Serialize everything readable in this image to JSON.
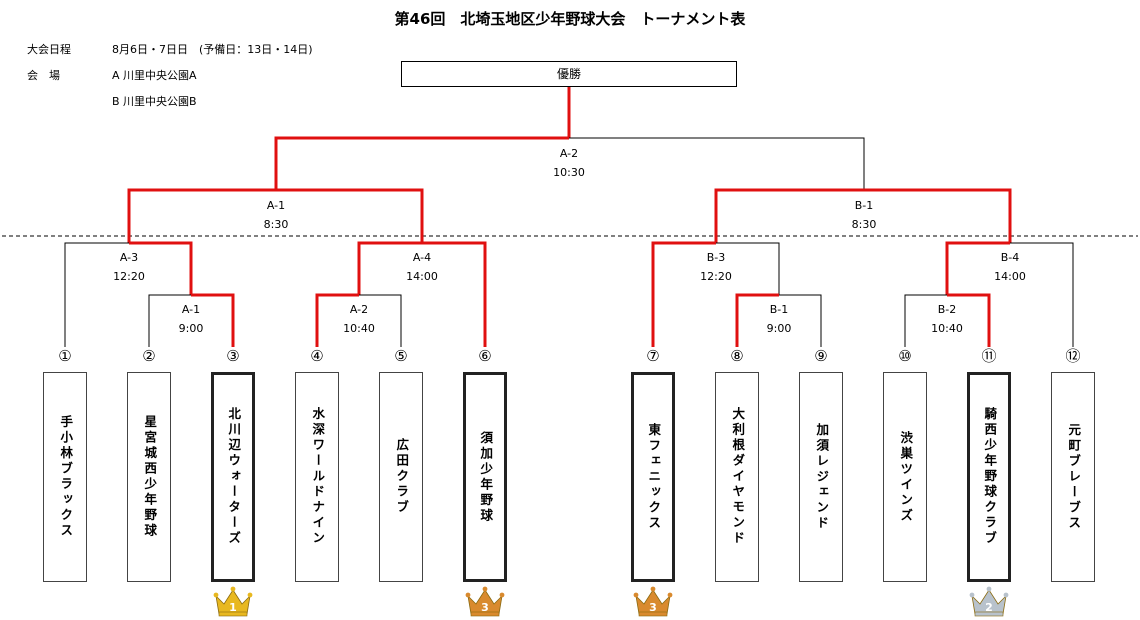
{
  "title": "第46回　北埼玉地区少年野球大会　トーナメント表",
  "info": {
    "date_label": "大会日程",
    "date_value": "8月6日・7日日　(予備日：13日・14日)",
    "venue_label": "会　場",
    "venue_a": "A 川里中央公園A",
    "venue_b": "B 川里中央公園B"
  },
  "champion_label": "優勝",
  "matches": {
    "final": {
      "code": "A-2",
      "time": "10:30"
    },
    "semi_a": {
      "code": "A-1",
      "time": "8:30"
    },
    "semi_b": {
      "code": "B-1",
      "time": "8:30"
    },
    "qf_a3": {
      "code": "A-3",
      "time": "12:20"
    },
    "qf_a4": {
      "code": "A-4",
      "time": "14:00"
    },
    "qf_b3": {
      "code": "B-3",
      "time": "12:20"
    },
    "qf_b4": {
      "code": "B-4",
      "time": "14:00"
    },
    "r1_a1": {
      "code": "A-1",
      "time": "9:00"
    },
    "r1_a2": {
      "code": "A-2",
      "time": "10:40"
    },
    "r1_b1": {
      "code": "B-1",
      "time": "9:00"
    },
    "r1_b2": {
      "code": "B-2",
      "time": "10:40"
    }
  },
  "teams": [
    {
      "num": "①",
      "name": "手小林ブラックス",
      "winner": false
    },
    {
      "num": "②",
      "name": "星宮城西少年野球",
      "winner": false
    },
    {
      "num": "③",
      "name": "北川辺ウォーターズ",
      "winner": true
    },
    {
      "num": "④",
      "name": "水深ワールドナイン",
      "winner": false
    },
    {
      "num": "⑤",
      "name": "広田クラブ",
      "winner": false
    },
    {
      "num": "⑥",
      "name": "須加少年野球",
      "winner": true
    },
    {
      "num": "⑦",
      "name": "東フェニックス",
      "winner": true
    },
    {
      "num": "⑧",
      "name": "大利根ダイヤモンド",
      "winner": false
    },
    {
      "num": "⑨",
      "name": "加須レジェンド",
      "winner": false
    },
    {
      "num": "⑩",
      "name": "渋巣ツインズ",
      "winner": false
    },
    {
      "num": "⑪",
      "name": "騎西少年野球クラブ",
      "winner": true
    },
    {
      "num": "⑫",
      "name": "元町ブレーブス",
      "winner": false
    }
  ],
  "crowns": [
    {
      "team_index": 2,
      "rank": "1",
      "color": "#e8b820"
    },
    {
      "team_index": 5,
      "rank": "3",
      "color": "#d98a2e"
    },
    {
      "team_index": 6,
      "rank": "3",
      "color": "#d98a2e"
    },
    {
      "team_index": 10,
      "rank": "2",
      "color": "#b8c2cc"
    }
  ],
  "colors": {
    "win_line": "#e01010",
    "line": "#000000"
  }
}
